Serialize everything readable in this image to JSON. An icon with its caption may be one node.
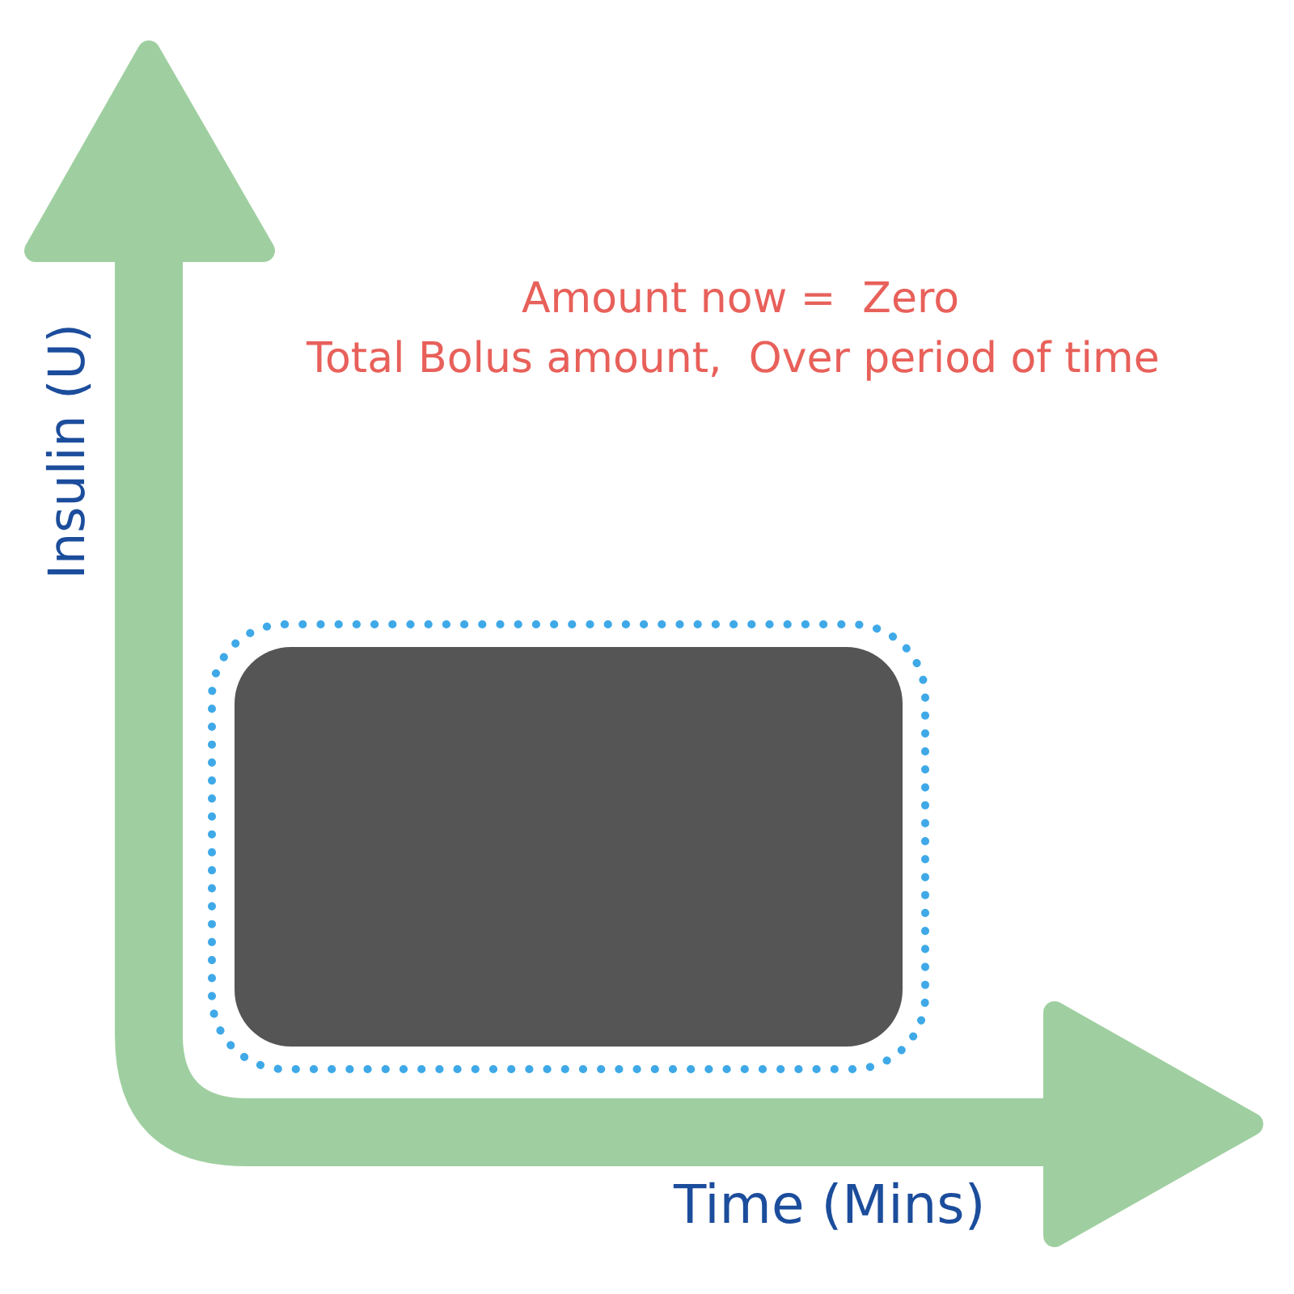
{
  "diagram": {
    "nodes": [
      {
        "text": [],
        "shape": "box"
      }
    ],
    "labels": [
      "Amount now =  Zero",
      "Total Bolus amount,  Over period of time",
      "Insulin (U)",
      "Time (Mins)"
    ]
  }
}
